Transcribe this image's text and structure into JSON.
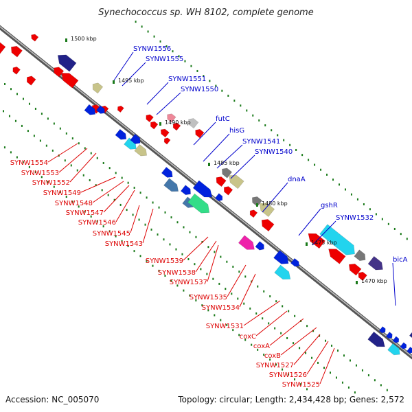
{
  "title": "Synechococcus sp. WH 8102, complete genome",
  "footer": {
    "accession": "Accession: NC_005070",
    "topology": "Topology: circular; Length: 2,434,428 bp; Genes: 2,572"
  },
  "colors": {
    "strand_forward_label": "#0000cc",
    "strand_reverse_label": "#dd0000",
    "backbone": "#777777",
    "tick": "#1a7a1a",
    "red": "#ee0000",
    "blue": "#0022dd",
    "navy": "#222288",
    "cyan": "#22d4ee",
    "khaki": "#c8c48a",
    "grey": "#777777",
    "steelblue": "#4477aa",
    "seagreen": "#33dd88",
    "magenta": "#ee22aa",
    "pink": "#ee8899",
    "lightgrey": "#c0c0c0",
    "slateblue": "#443388"
  },
  "scale_labels": [
    "1500 kbp",
    "1495 kbp",
    "1490 kbp",
    "1485 kbp",
    "1480 kbp",
    "1475 kbp",
    "1470 kbp"
  ],
  "forward_labels": [
    "SYNW1556",
    "SYNW1555",
    "SYNW1551",
    "SYNW1550",
    "futC",
    "hisG",
    "SYNW1541",
    "SYNW1540",
    "dnaA",
    "gshR",
    "SYNW1532",
    "bicA"
  ],
  "reverse_labels": [
    "SYNW1554",
    "SYNW1553",
    "SYNW1552",
    "SYNW1549",
    "SYNW1548",
    "SYNW1547",
    "SYNW1546",
    "SYNW1545",
    "SYNW1543",
    "SYNW1539",
    "SYNW1538",
    "SYNW1537",
    "SYNW1535",
    "SYNW1534",
    "SYNW1531",
    "coxC",
    "coxA",
    "coxB",
    "SYNW1527",
    "SYNW1526",
    "SYNW1525"
  ]
}
